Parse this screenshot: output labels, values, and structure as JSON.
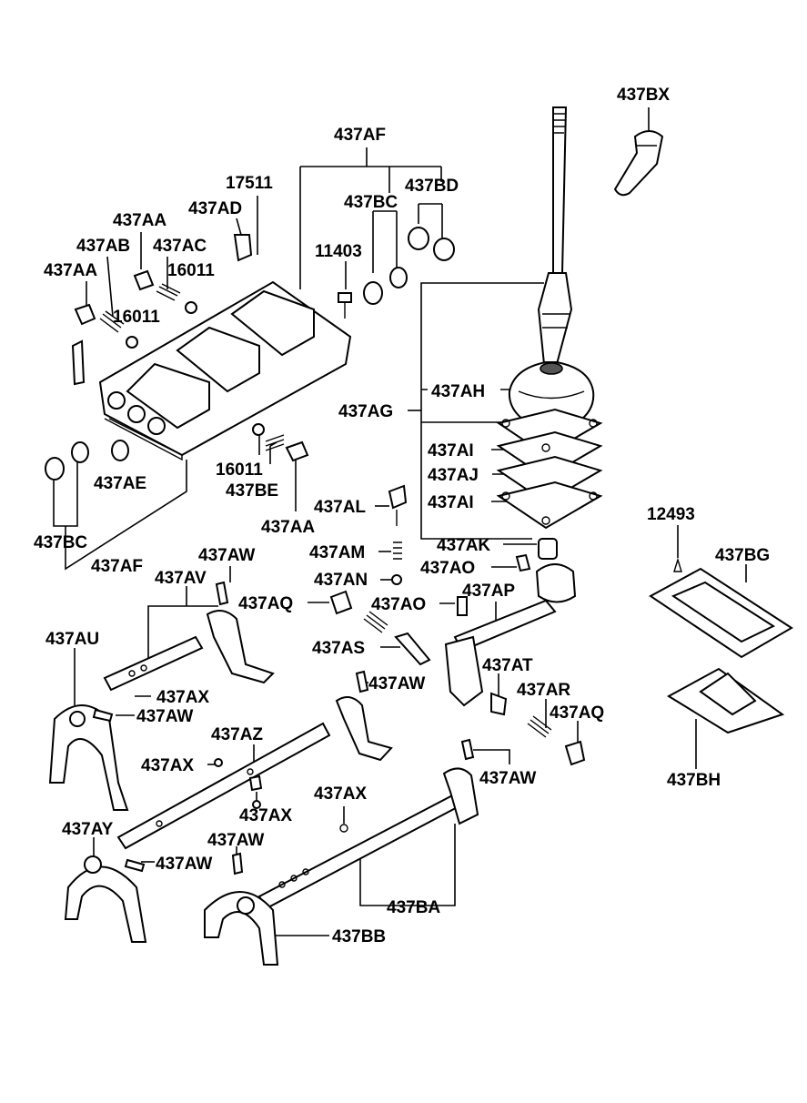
{
  "diagram": {
    "labels": {
      "l_437BX": "437BX",
      "l_437AF_top": "437AF",
      "l_17511": "17511",
      "l_437AD": "437AD",
      "l_437BC_top": "437BC",
      "l_437BD": "437BD",
      "l_437AA_1": "437AA",
      "l_437AB": "437AB",
      "l_437AC": "437AC",
      "l_11403": "11403",
      "l_437AA_2": "437AA",
      "l_16011_1": "16011",
      "l_16011_2": "16011",
      "l_437AH": "437AH",
      "l_437AG": "437AG",
      "l_437AI_1": "437AI",
      "l_437AE": "437AE",
      "l_16011_3": "16011",
      "l_437BE": "437BE",
      "l_437AJ": "437AJ",
      "l_437AL": "437AL",
      "l_437AI_2": "437AI",
      "l_437AA_3": "437AA",
      "l_437BC_bot": "437BC",
      "l_437AF_bot": "437AF",
      "l_12493": "12493",
      "l_437AK": "437AK",
      "l_437AM": "437AM",
      "l_437AW_1": "437AW",
      "l_437BG": "437BG",
      "l_437AV": "437AV",
      "l_437AO_1": "437AO",
      "l_437AN": "437AN",
      "l_437AP": "437AP",
      "l_437AQ_1": "437AQ",
      "l_437AO_2": "437AO",
      "l_437AU": "437AU",
      "l_437AS": "437AS",
      "l_437AT": "437AT",
      "l_437AW_2": "437AW",
      "l_437AX_1": "437AX",
      "l_437AR": "437AR",
      "l_437AW_3": "437AW",
      "l_437AQ_2": "437AQ",
      "l_437AZ": "437AZ",
      "l_437AX_2": "437AX",
      "l_437AW_4": "437AW",
      "l_437BH": "437BH",
      "l_437AX_3": "437AX",
      "l_437AX_4": "437AX",
      "l_437AY": "437AY",
      "l_437AW_5": "437AW",
      "l_437AW_6": "437AW",
      "l_437BA": "437BA",
      "l_437BB": "437BB"
    }
  }
}
